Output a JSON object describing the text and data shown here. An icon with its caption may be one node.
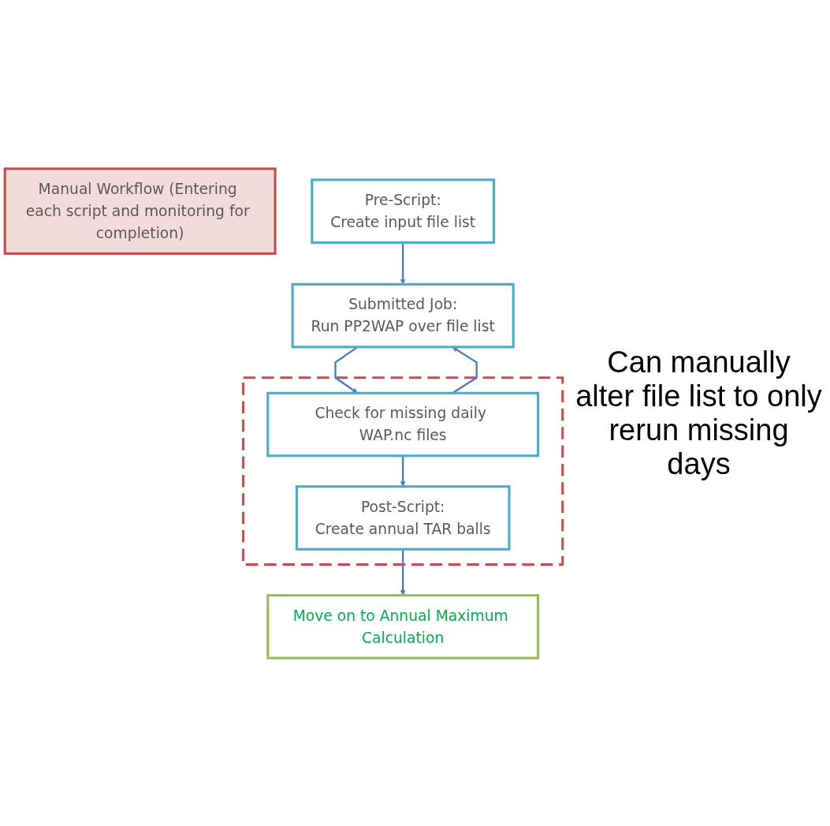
{
  "diagram": {
    "nodes": [
      {
        "text": [
          "Manual Workflow (Entering each script and monitoring for completion)"
        ]
      },
      {
        "text": [
          "Pre-Script:",
          "Create input file list"
        ]
      },
      {
        "text": [
          "Submitted Job:",
          "Run PP2WAP over file list"
        ]
      },
      {
        "text": [],
        "shape": "box"
      },
      {
        "text": [
          "Check for missing daily WAP.nc files"
        ],
        "in": 3
      },
      {
        "text": [
          "Post-Script:",
          "Create annual TAR balls"
        ],
        "in": 3
      },
      {
        "text": [
          "Move on to Annual Maximum Calculation"
        ]
      }
    ],
    "edges": [
      {
        "from": 1,
        "to": 2,
        "arrow": "to"
      },
      {
        "from": 2,
        "to": 4,
        "arrow": "to"
      },
      {
        "from": 4,
        "to": 2,
        "arrow": "to"
      },
      {
        "from": 4,
        "to": 5,
        "arrow": "to"
      },
      {
        "from": 5,
        "to": 6,
        "arrow": "to"
      }
    ],
    "labels": [
      "Can manually alter file list to only rerun missing days"
    ]
  }
}
